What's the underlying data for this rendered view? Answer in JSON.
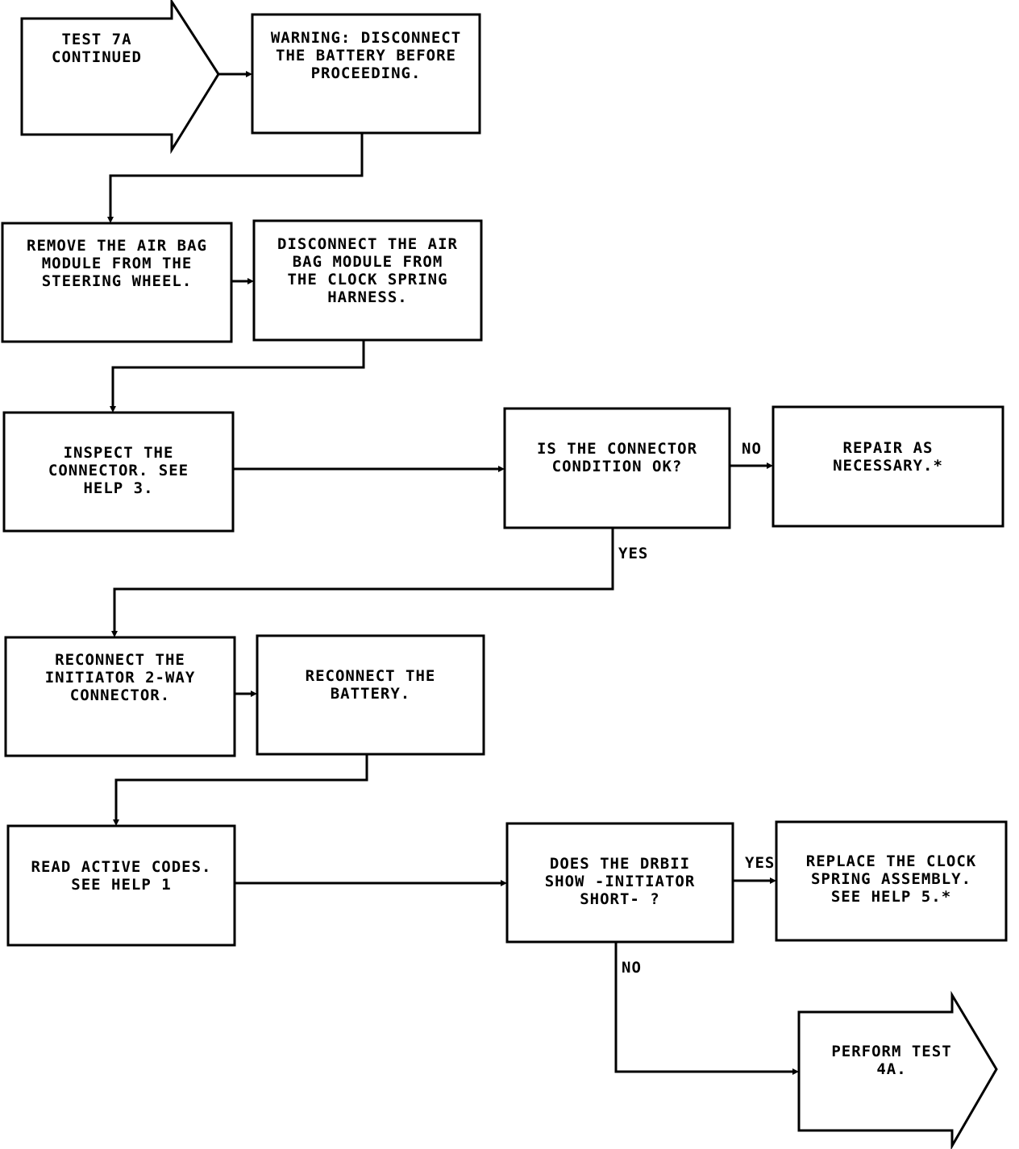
{
  "nodes": {
    "start": "TEST 7A\nCONTINUED",
    "warning": "WARNING: DISCONNECT\nTHE BATTERY BEFORE\nPROCEEDING.",
    "remove_airbag": "REMOVE THE AIR BAG\nMODULE FROM THE\nSTEERING WHEEL.",
    "disconnect_airbag": "DISCONNECT THE AIR\nBAG MODULE FROM\nTHE CLOCK SPRING\nHARNESS.",
    "inspect_connector": "INSPECT THE\nCONNECTOR. SEE\nHELP 3.",
    "connector_ok": "IS THE CONNECTOR\nCONDITION OK?",
    "repair": "REPAIR AS\nNECESSARY.*",
    "reconnect_initiator": "RECONNECT THE\nINITIATOR 2-WAY\nCONNECTOR.",
    "reconnect_battery": "RECONNECT THE\nBATTERY.",
    "read_codes": "READ ACTIVE CODES.\nSEE HELP 1",
    "drbii_question": "DOES THE DRBII\nSHOW -INITIATOR\nSHORT- ?",
    "replace_clock": "REPLACE THE CLOCK\nSPRING ASSEMBLY.\nSEE HELP 5.*",
    "perform_test": "PERFORM TEST\n4A."
  },
  "edge_labels": {
    "connector_no": "NO",
    "connector_yes": "YES",
    "drbii_yes": "YES",
    "drbii_no": "NO"
  }
}
